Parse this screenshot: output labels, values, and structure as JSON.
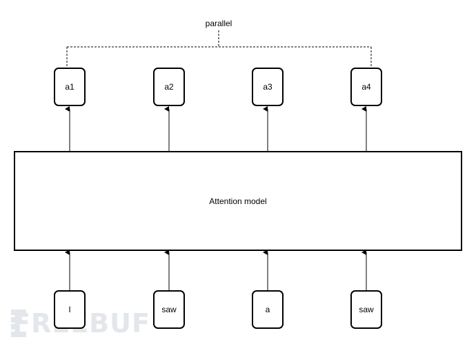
{
  "diagram": {
    "parallel_label": "parallel",
    "model_label": "Attention model",
    "outputs": [
      "a1",
      "a2",
      "a3",
      "a4"
    ],
    "inputs": [
      "I",
      "saw",
      "a",
      "saw"
    ]
  },
  "watermark": {
    "text": "FREEBUF"
  },
  "colors": {
    "stroke": "#000000",
    "background": "#ffffff",
    "watermark": "#e3e6ea"
  }
}
